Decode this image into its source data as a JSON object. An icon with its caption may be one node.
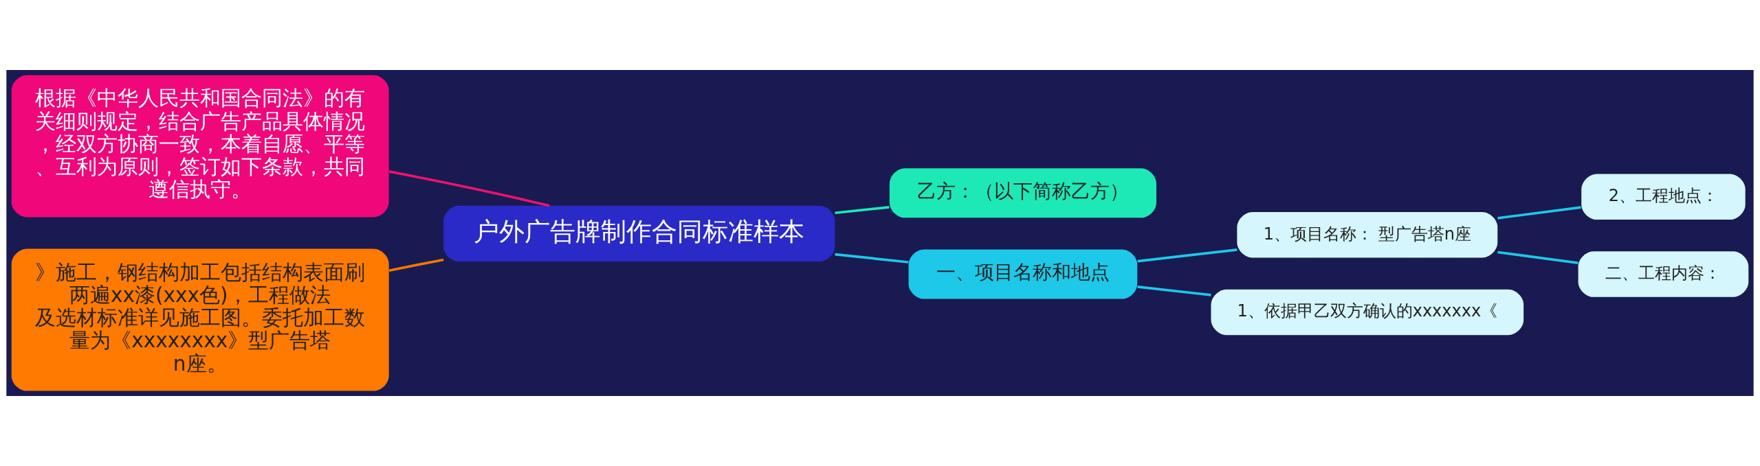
{
  "diagram": {
    "nodes": [
      {
        "text": [
          "户外广告牌制作合同标准样本"
        ]
      },
      {
        "text": [
          "根据《中华人民共和国合同法》的有关细则规定，结合广告产品具体情况，经双方协商一致，本着自愿、平等、互利为原则，签订如下条款，共同遵信执守。"
        ]
      },
      {
        "text": [
          "》施工，钢结构加工包括结构表面刷两遍xx漆(xxx色)，工程做法及选材标准详见施工图。委托加工数量为《xxxxxxxx》型广告塔n座。"
        ]
      },
      {
        "text": [
          "乙方：（以下简称乙方）"
        ]
      },
      {
        "text": [
          "一、项目名称和地点"
        ]
      },
      {
        "text": [
          "1、项目名称： 型广告塔n座"
        ]
      },
      {
        "text": [
          "2、工程地点："
        ]
      },
      {
        "text": [
          "二、工程内容："
        ]
      },
      {
        "text": [
          "1、依据甲乙双方确认的xxxxxxx《"
        ]
      }
    ],
    "edges": [
      {
        "from": 0,
        "to": 1,
        "arrow": "none",
        "color": "#e8146e"
      },
      {
        "from": 0,
        "to": 2,
        "arrow": "none",
        "color": "#f07800"
      },
      {
        "from": 0,
        "to": 3,
        "arrow": "none",
        "color": "#1de9b6"
      },
      {
        "from": 0,
        "to": 4,
        "arrow": "none"
      },
      {
        "from": 4,
        "to": 5,
        "arrow": "none"
      },
      {
        "from": 5,
        "to": 6,
        "arrow": "none"
      },
      {
        "from": 5,
        "to": 7,
        "arrow": "none"
      },
      {
        "from": 4,
        "to": 8,
        "arrow": "none"
      }
    ]
  }
}
